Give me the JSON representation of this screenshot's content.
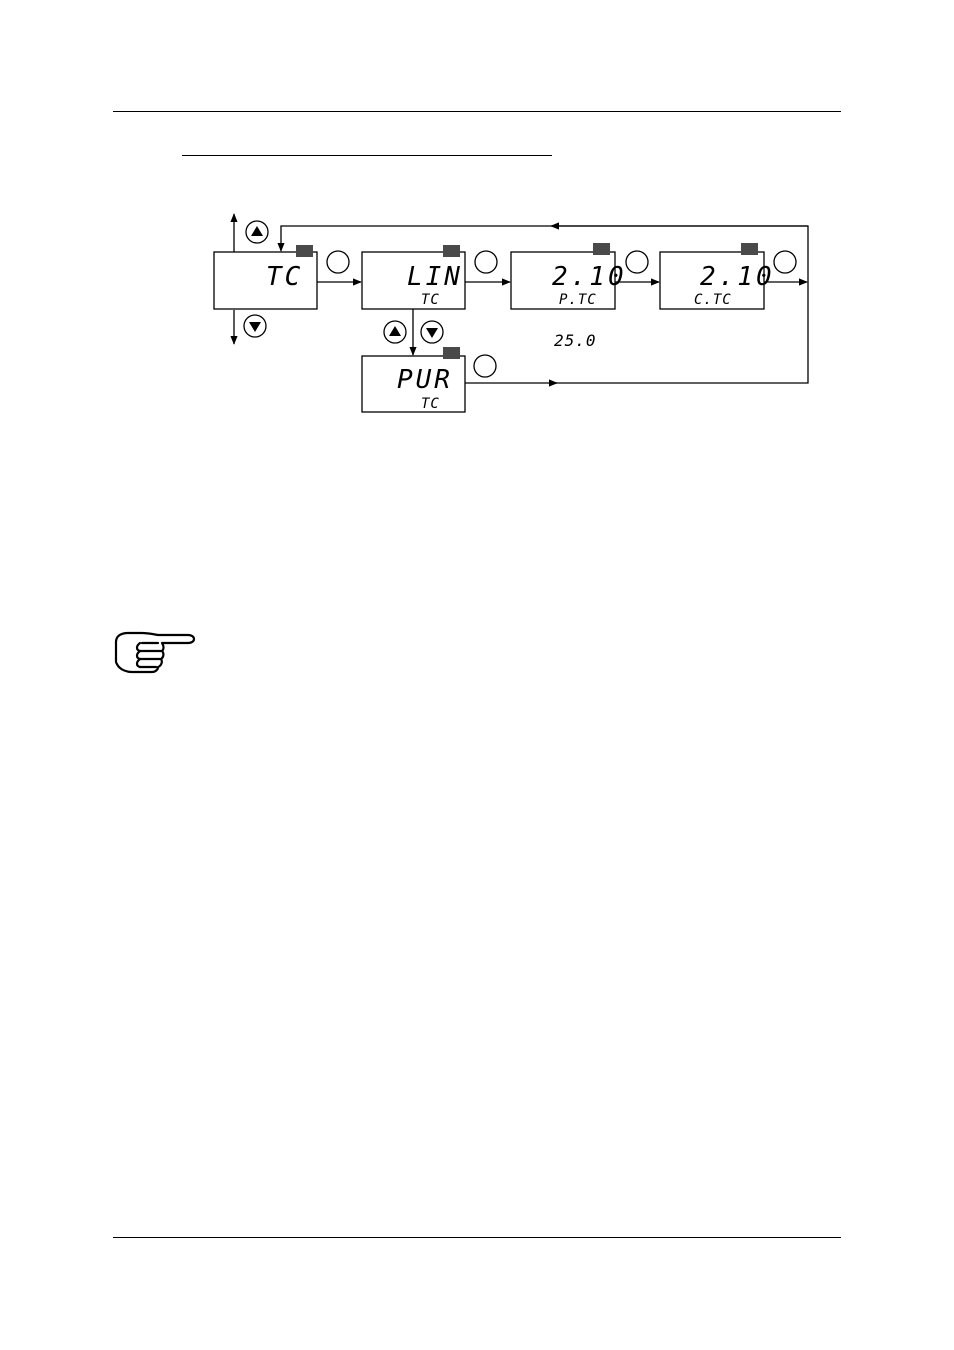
{
  "diagram": {
    "boxes": [
      {
        "id": "tc",
        "main": "TC",
        "sub": ""
      },
      {
        "id": "lin",
        "main": "LIN",
        "sub": "TC"
      },
      {
        "id": "ptc",
        "main": "2.10",
        "sub": "P.TC"
      },
      {
        "id": "ctc",
        "main": "2.10",
        "sub": "C.TC"
      },
      {
        "id": "pur",
        "main": "PUR",
        "sub": "TC"
      }
    ],
    "standalone_value": "25.0"
  },
  "icons": {
    "up_button": "triangle-up-icon",
    "down_button": "triangle-down-icon",
    "enter_key": "circle-key-icon",
    "indicator": "square-indicator-icon",
    "note": "pointing-hand-icon"
  },
  "colors": {
    "ink": "#000000",
    "indicator": "#4a4a4a"
  }
}
